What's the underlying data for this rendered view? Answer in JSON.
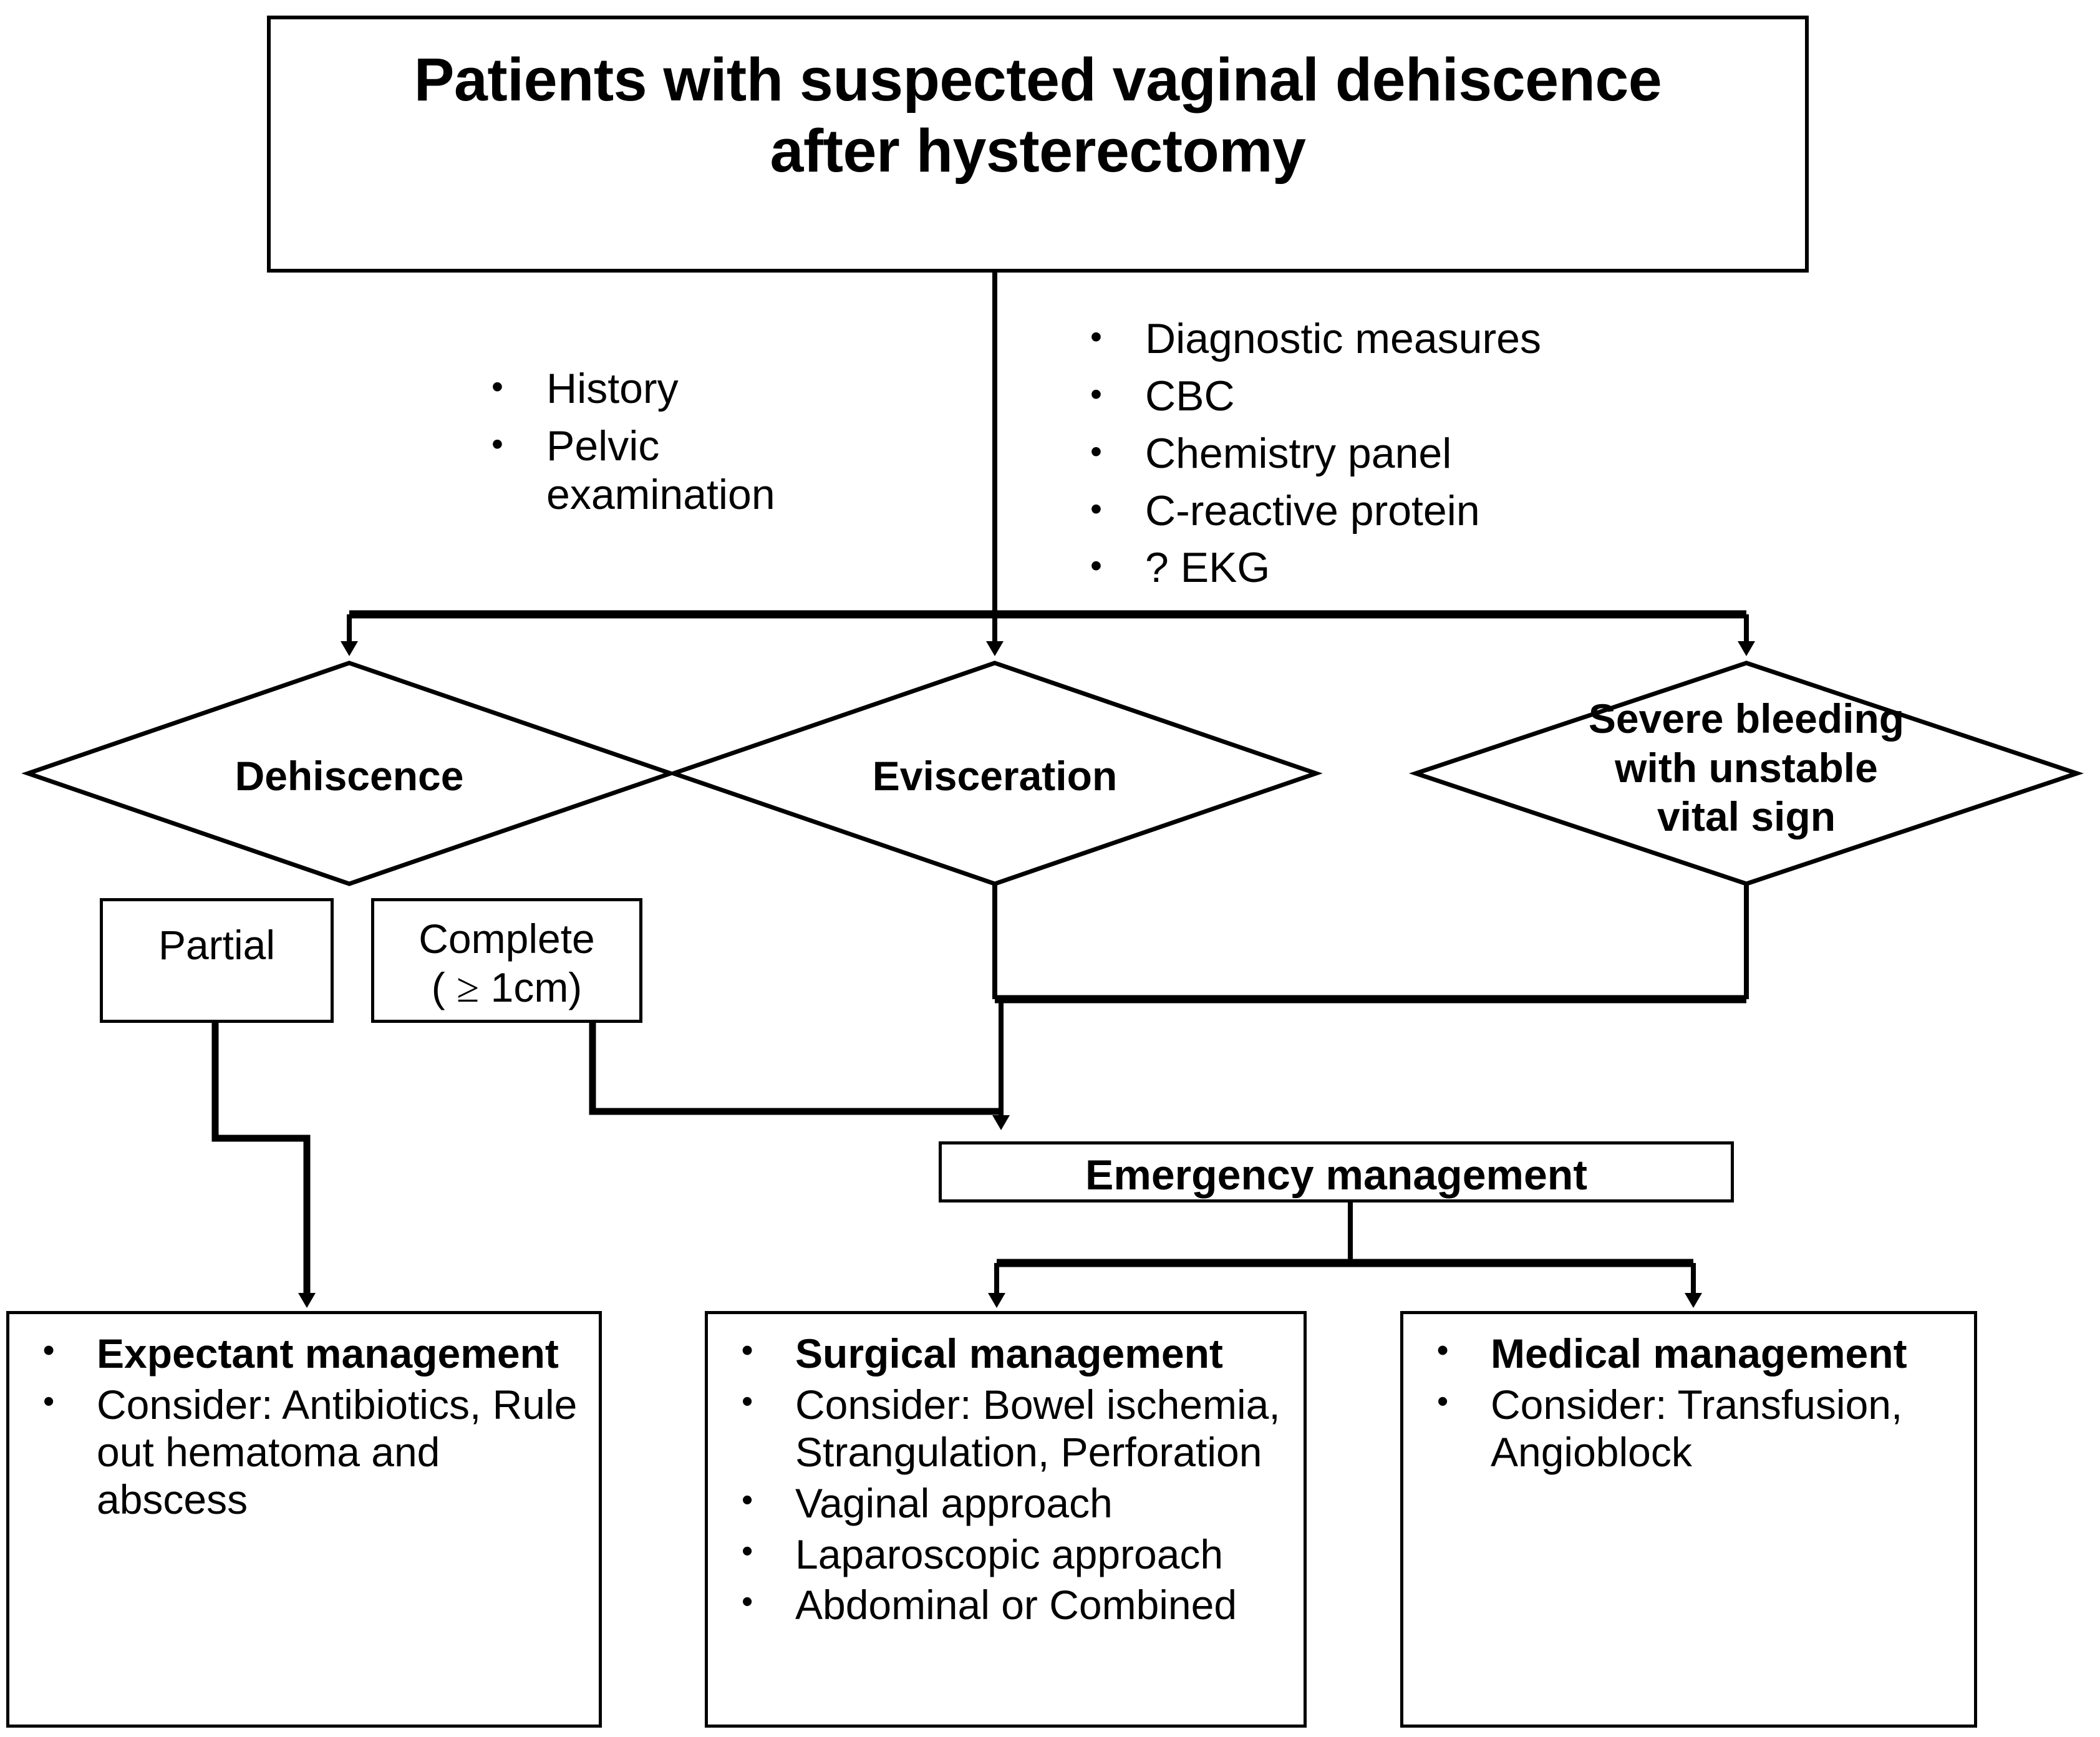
{
  "diagram": {
    "title_node": {
      "text": "Patients with suspected vaginal dehiscence after hysterectomy",
      "line1": "Patients with suspected vaginal dehiscence",
      "line2": "after hysterectomy"
    },
    "clinical_assessment_list": {
      "items": [
        "History",
        "Pelvic examination"
      ]
    },
    "diagnostic_workup_list": {
      "items": [
        "Diagnostic measures",
        "CBC",
        "Chemistry panel",
        "C-reactive protein",
        "? EKG"
      ]
    },
    "decision_nodes": [
      {
        "id": "dehiscence",
        "label": "Dehiscence",
        "lines": [
          "Dehiscence"
        ]
      },
      {
        "id": "evisceration",
        "label": "Evisceration",
        "lines": [
          "Evisceration"
        ]
      },
      {
        "id": "severe-bleeding",
        "label": "Severe bleeding with unstable vital sign",
        "lines": [
          "Severe bleeding",
          "with unstable",
          "vital sign"
        ]
      }
    ],
    "severity_nodes": [
      {
        "id": "partial",
        "line1": "Partial",
        "line2": ""
      },
      {
        "id": "complete",
        "line1": "Complete",
        "line2_prefix": "( ",
        "line2_symbol": "≥",
        "line2_suffix": " 1cm)"
      }
    ],
    "emergency_node": {
      "label": "Emergency management"
    },
    "outcome_nodes": [
      {
        "id": "expectant",
        "items": [
          {
            "text": "Expectant management",
            "bold": true
          },
          {
            "text": "Consider: Antibiotics, Rule out hematoma and abscess",
            "bold": false
          }
        ]
      },
      {
        "id": "surgical",
        "items": [
          {
            "text": "Surgical management",
            "bold": true
          },
          {
            "text": "Consider: Bowel ischemia, Strangulation, Perforation",
            "bold": false
          },
          {
            "text": "Vaginal approach",
            "bold": false
          },
          {
            "text": "Laparoscopic approach",
            "bold": false
          },
          {
            "text": "Abdominal or Combined",
            "bold": false
          }
        ]
      },
      {
        "id": "medical",
        "items": [
          {
            "text": "Medical management",
            "bold": true
          },
          {
            "text": "Consider: Transfusion, Angioblock",
            "bold": false
          }
        ]
      }
    ],
    "colors": {
      "stroke": "#000000",
      "background": "#ffffff",
      "text": "#000000"
    }
  }
}
